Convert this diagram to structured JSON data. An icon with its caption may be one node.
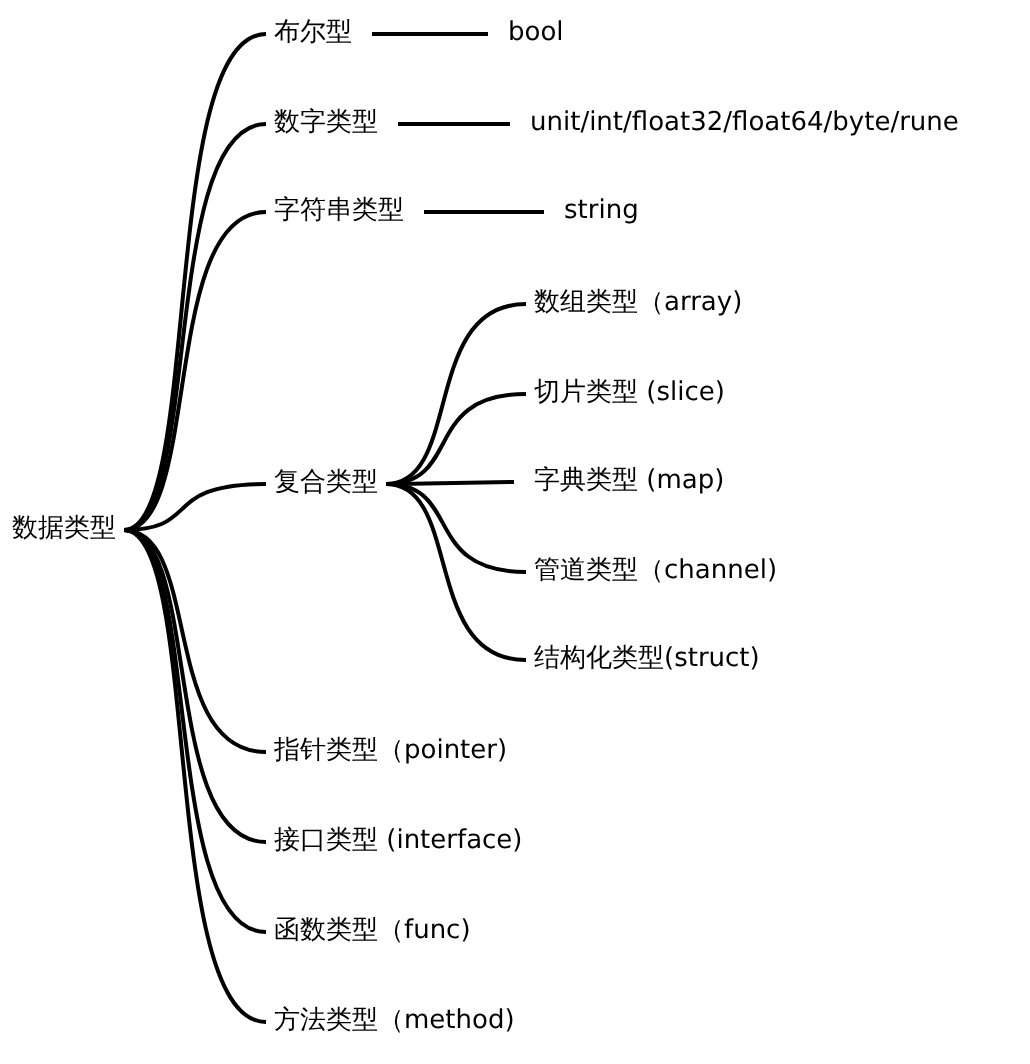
{
  "diagram": {
    "nodes": [
      {
        "text": [
          "数据类型"
        ]
      },
      {
        "text": [
          "布尔型"
        ]
      },
      {
        "text": [
          "bool"
        ]
      },
      {
        "text": [
          "数字类型"
        ]
      },
      {
        "text": [
          "unit/int/float32/float64/byte/rune"
        ]
      },
      {
        "text": [
          "字符串类型"
        ]
      },
      {
        "text": [
          "string"
        ]
      },
      {
        "text": [
          "复合类型"
        ]
      },
      {
        "text": [
          "数组类型（array)"
        ]
      },
      {
        "text": [
          "切片类型 (slice)"
        ]
      },
      {
        "text": [
          "字典类型 (map)"
        ]
      },
      {
        "text": [
          "管道类型（channel)"
        ]
      },
      {
        "text": [
          "结构化类型(struct)"
        ]
      },
      {
        "text": [
          "指针类型（pointer)"
        ]
      },
      {
        "text": [
          "接口类型 (interface)"
        ]
      },
      {
        "text": [
          "函数类型（func)"
        ]
      },
      {
        "text": [
          "方法类型（method)"
        ]
      }
    ],
    "edges": [
      {
        "from": 0,
        "to": 1,
        "arrow": "none"
      },
      {
        "from": 0,
        "to": 3,
        "arrow": "none"
      },
      {
        "from": 0,
        "to": 5,
        "arrow": "none"
      },
      {
        "from": 0,
        "to": 7,
        "arrow": "none"
      },
      {
        "from": 0,
        "to": 13,
        "arrow": "none"
      },
      {
        "from": 0,
        "to": 14,
        "arrow": "none"
      },
      {
        "from": 0,
        "to": 15,
        "arrow": "none"
      },
      {
        "from": 0,
        "to": 16,
        "arrow": "none"
      },
      {
        "from": 1,
        "to": 2,
        "arrow": "none"
      },
      {
        "from": 3,
        "to": 4,
        "arrow": "none"
      },
      {
        "from": 5,
        "to": 6,
        "arrow": "none"
      },
      {
        "from": 7,
        "to": 8,
        "arrow": "none"
      },
      {
        "from": 7,
        "to": 9,
        "arrow": "none"
      },
      {
        "from": 7,
        "to": 10,
        "arrow": "none"
      },
      {
        "from": 7,
        "to": 11,
        "arrow": "none"
      },
      {
        "from": 7,
        "to": 12,
        "arrow": "none"
      }
    ]
  }
}
